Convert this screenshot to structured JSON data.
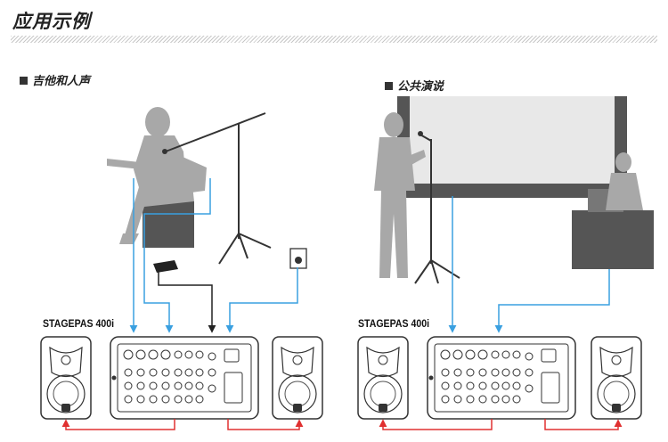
{
  "page": {
    "title": "应用示例"
  },
  "sections": [
    {
      "title": "吉他和人声",
      "model": "STAGEPAS 400i"
    },
    {
      "title": "公共演说",
      "model": "STAGEPAS 400i"
    }
  ],
  "colors": {
    "signal_line": "#3aa0e0",
    "speaker_link": "#e03030",
    "footswitch_line": "#222222",
    "silhouette": "#a8a8a8",
    "screen_frame": "#555555"
  }
}
